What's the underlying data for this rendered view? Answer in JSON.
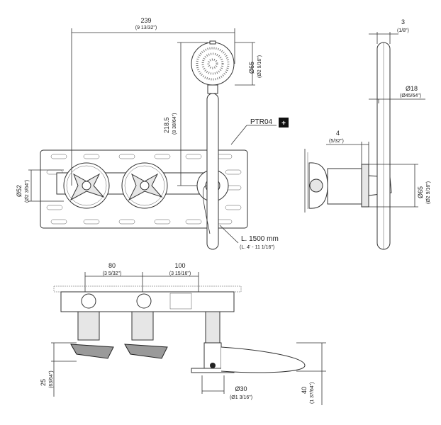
{
  "dimensions": {
    "width_main": {
      "value": "239",
      "imperial": "(9 13/32\")"
    },
    "thickness": {
      "value": "3",
      "imperial": "(1/8\")"
    },
    "head_dia": {
      "value": "Ø65",
      "imperial": "(Ø2 9/16\")"
    },
    "height_main": {
      "value": "218.5",
      "imperial": "(8 38/64\")"
    },
    "callout_code": "PTR04",
    "callout_plus": "+",
    "dia_18": {
      "value": "Ø18",
      "imperial": "(Ø45/64\")"
    },
    "offset_4": {
      "value": "4",
      "imperial": "(5/32\")"
    },
    "dia_52": {
      "value": "Ø52",
      "imperial": "(Ø2 3/64\")"
    },
    "side_dia_65": {
      "value": "Ø65",
      "imperial": "(Ø2 9/16\")"
    },
    "hose_length": {
      "value": "L. 1500 mm",
      "imperial": "(L. 4' - 11 1/16\")"
    },
    "spacing_80": {
      "value": "80",
      "imperial": "(3 5/32\")"
    },
    "spacing_100": {
      "value": "100",
      "imperial": "(3 15/16\")"
    },
    "depth_25": {
      "value": "25",
      "imperial": "(63/64\")"
    },
    "depth_40": {
      "value": "40",
      "imperial": "(1 37/64\")"
    },
    "dia_30": {
      "value": "Ø30",
      "imperial": "(Ø1 3/16\")"
    }
  }
}
